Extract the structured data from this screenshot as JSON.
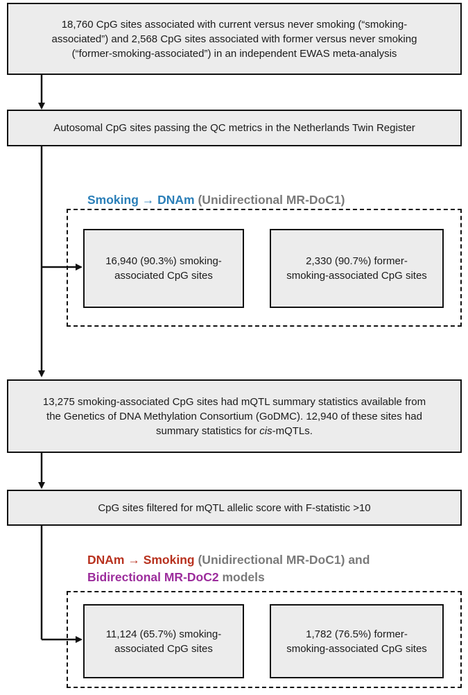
{
  "box_top": {
    "line1": "18,760 CpG sites associated with current versus never smoking (“smoking-",
    "line2": "associated”) and 2,568 CpG sites associated with former versus never smoking",
    "line3": "(“former-smoking-associated”) in an independent EWAS meta-analysis"
  },
  "box_qc": "Autosomal CpG sites passing the QC metrics in the Netherlands Twin Register",
  "section1": {
    "heading_part1": "Smoking → DNAm",
    "heading_part2": "(Unidirectional MR-DoC1)",
    "left_line1": "16,940 (90.3%) smoking-",
    "left_line2": "associated CpG sites",
    "right_line1": "2,330 (90.7%) former-",
    "right_line2": "smoking-associated CpG sites"
  },
  "box_mqtl": {
    "line1": "13,275 smoking-associated CpG sites had mQTL summary statistics available from",
    "line2": "the Genetics of DNA Methylation Consortium (GoDMC). 12,940 of these sites had",
    "line3_prefix": "summary statistics for ",
    "line3_italic": "cis",
    "line3_suffix": "-mQTLs."
  },
  "box_filter": "CpG sites filtered for mQTL allelic score with F-statistic >10",
  "section2": {
    "heading_part1": "DNAm → Smoking",
    "heading_part2": "(Unidirectional MR-DoC1)",
    "heading_part3": "and",
    "heading_part4": "Bidirectional MR-DoC2",
    "heading_part5": "models",
    "left_line1": "11,124 (65.7%) smoking-",
    "left_line2": "associated CpG sites",
    "right_line1": "1,782 (76.5%) former-",
    "right_line2": "smoking-associated CpG sites"
  },
  "colors": {
    "blue": "#2b7fb8",
    "red": "#b8321f",
    "gray": "#7a7a7a",
    "purple": "#9c2d9c"
  }
}
